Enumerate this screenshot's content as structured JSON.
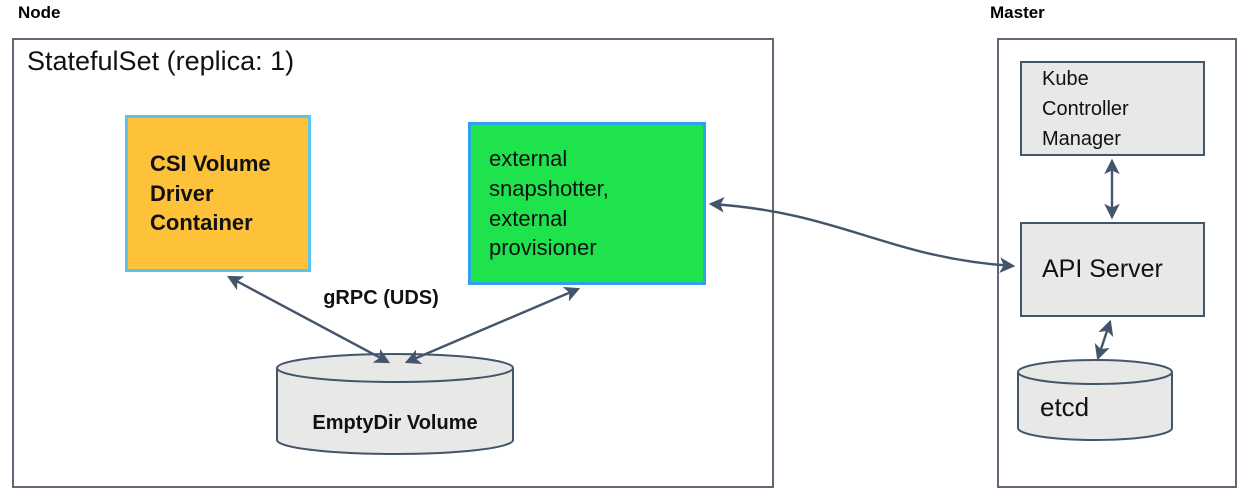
{
  "colors": {
    "csi-fill": "#FDC13A",
    "csi-border": "#59C4EC",
    "sidecar-fill": "#1FE34C",
    "sidecar-border": "#2AA3E9",
    "box-fill": "#E8E8E7",
    "slate": "#44546A",
    "outer-border": "#5E6977",
    "arrow": "#44546A",
    "text": "#111111"
  },
  "node": {
    "label": "Node",
    "statefulset_label": "StatefulSet (replica: 1)",
    "csi_label": "CSI Volume Driver Container",
    "sidecar_label": "external snapshotter, external provisioner",
    "grpc_label": "gRPC (UDS)",
    "emptydir_label": "EmptyDir Volume"
  },
  "master": {
    "label": "Master",
    "kcm_label": "Kube Controller Manager",
    "api_label": "API Server",
    "etcd_label": "etcd"
  }
}
